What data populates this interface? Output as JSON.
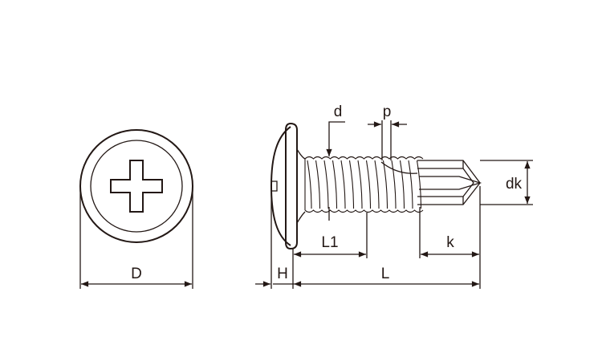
{
  "colors": {
    "line": "#231815",
    "background": "#ffffff"
  },
  "labels": {
    "D": "D",
    "H": "H",
    "L": "L",
    "L1": "L1",
    "k": "k",
    "dk": "dk",
    "d": "d",
    "p": "p"
  }
}
